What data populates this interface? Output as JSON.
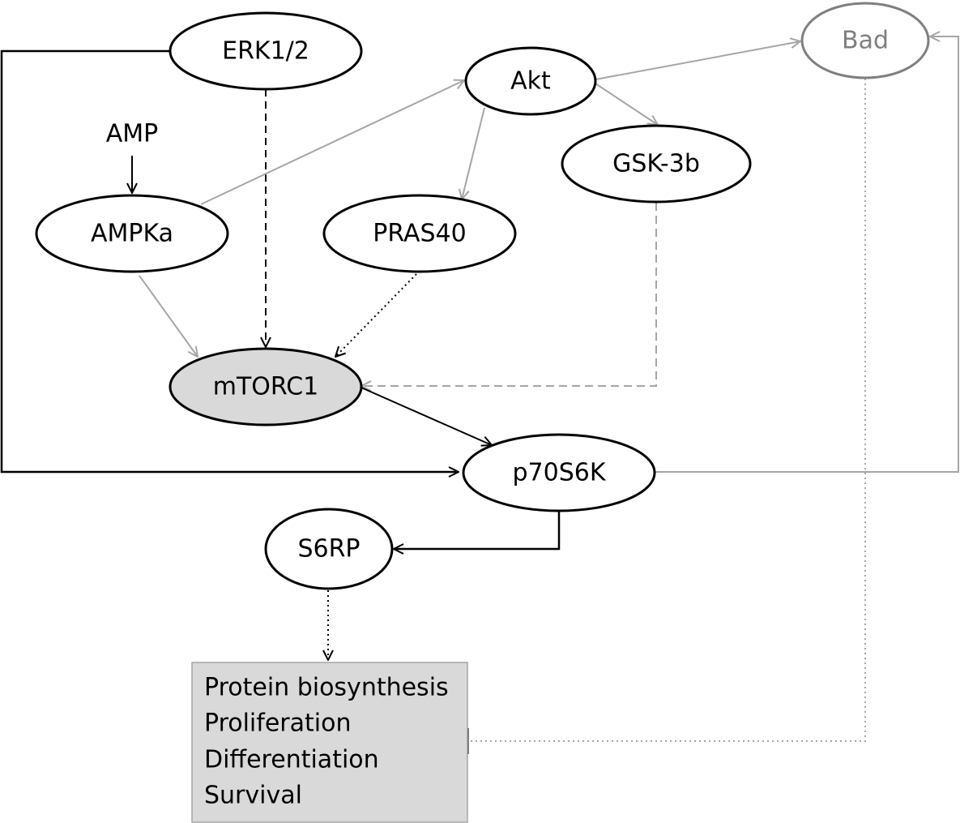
{
  "nodes": {
    "erk": "ERK1/2",
    "amp": "AMP",
    "ampk": "AMPKa",
    "akt": "Akt",
    "bad": "Bad",
    "gsk": "GSK-3b",
    "pras": "PRAS40",
    "mtorc1": "mTORC1",
    "p70s6k": "p70S6K",
    "s6rp": "S6RP"
  },
  "outcomes": [
    "Protein biosynthesis",
    "Proliferation",
    "Differentiation",
    "Survival"
  ],
  "colors": {
    "black": "#000000",
    "gray": "#a6a6a6",
    "bad_outline": "#7f7f7f",
    "mtorc1_fill": "#d9d9d9",
    "outcome_fill": "#d9d9d9"
  }
}
